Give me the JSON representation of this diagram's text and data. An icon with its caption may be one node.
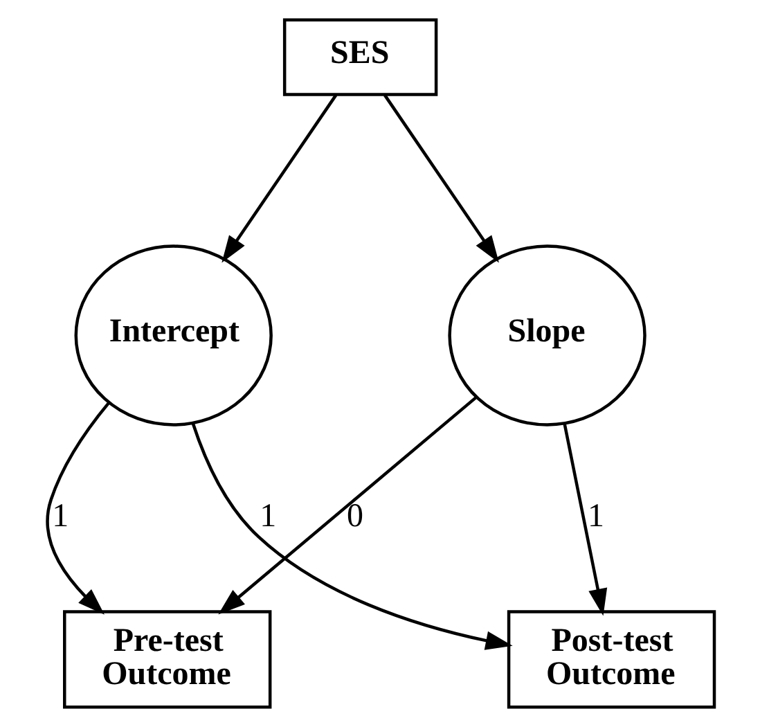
{
  "diagram": {
    "nodes": [
      {
        "text": [
          "SES"
        ]
      },
      {
        "text": [
          "Intercept"
        ]
      },
      {
        "text": [
          "Slope"
        ]
      },
      {
        "text": [
          "Pre-test Outcome"
        ]
      },
      {
        "text": [
          "Post-test Outcome"
        ]
      }
    ],
    "edges": [
      {
        "from": 0,
        "to": 1,
        "arrow": "to"
      },
      {
        "from": 0,
        "to": 2,
        "arrow": "to"
      },
      {
        "from": 1,
        "to": 3,
        "arrow": "to",
        "label": "1"
      },
      {
        "from": 1,
        "to": 4,
        "arrow": "to",
        "label": "1"
      },
      {
        "from": 2,
        "to": 3,
        "arrow": "to",
        "label": "0"
      },
      {
        "from": 2,
        "to": 4,
        "arrow": "to",
        "label": "1"
      }
    ]
  }
}
